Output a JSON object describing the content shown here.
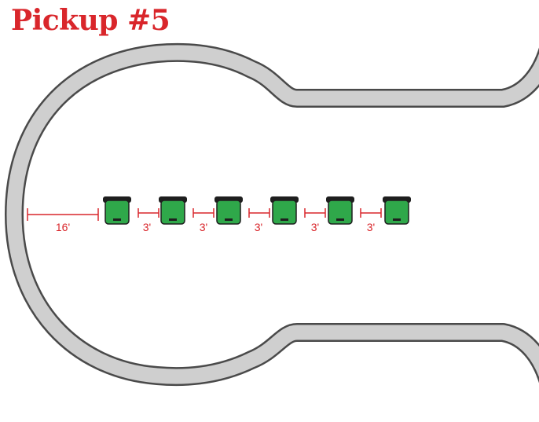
{
  "title": "Pickup #5",
  "colors": {
    "title": "#d9262b",
    "road_fill": "#cfcfcf",
    "road_edge": "#4a4a4a",
    "bin_fill": "#2fa84a",
    "bin_dark": "#1e1e1e",
    "dimension": "#d9262b"
  },
  "bins": [
    {
      "name": "bin-1"
    },
    {
      "name": "bin-2"
    },
    {
      "name": "bin-3"
    },
    {
      "name": "bin-4"
    },
    {
      "name": "bin-5"
    },
    {
      "name": "bin-6"
    }
  ],
  "dimensions": {
    "curb_to_first_bin": "16'",
    "between_bins": [
      "3'",
      "3'",
      "3'",
      "3'",
      "3'"
    ]
  }
}
